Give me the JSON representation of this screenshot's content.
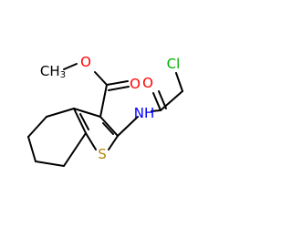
{
  "molecule": {
    "atoms": {
      "methyl": {
        "label": "CH₃",
        "parts": [
          "CH",
          "3"
        ],
        "color": "#000000"
      },
      "ester_o": {
        "label": "O",
        "color": "#ff0000"
      },
      "carbonyl_o_ester": {
        "label": "O",
        "color": "#ff0000"
      },
      "amide_o": {
        "label": "O",
        "color": "#ff0000"
      },
      "chlorine": {
        "label": "Cl",
        "color": "#00b000"
      },
      "amide_n": {
        "label": "NH",
        "color": "#0000ff"
      },
      "thiophene_s": {
        "label": "S",
        "color": "#b8860b"
      }
    },
    "colors": {
      "bond": "#000000",
      "oxygen": "#ff0000",
      "nitrogen": "#0000ff",
      "sulfur": "#b8860b",
      "chlorine": "#00b000"
    }
  }
}
